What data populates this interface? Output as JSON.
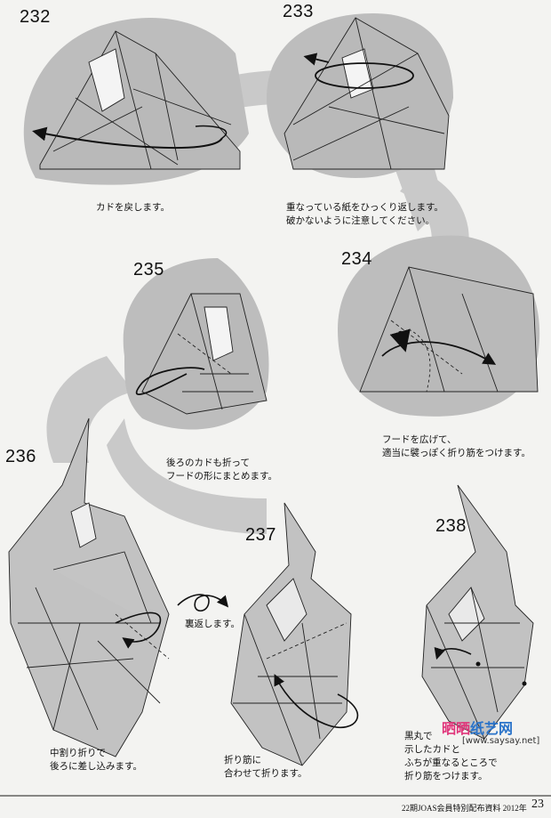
{
  "steps": [
    {
      "number": "232",
      "caption": "カドを戻します。"
    },
    {
      "number": "233",
      "caption": "重なっている紙をひっくり返します。\n破かないように注意してください。"
    },
    {
      "number": "234",
      "caption": "フードを広げて、\n適当に襞っぽく折り筋をつけます。"
    },
    {
      "number": "235",
      "caption": "後ろのカドも折って\nフードの形にまとめます。"
    },
    {
      "number": "236",
      "caption": "中割り折りで\n後ろに差し込みます。"
    },
    {
      "number": "237",
      "caption": "折り筋に\n合わせて折ります。"
    },
    {
      "number": "238",
      "caption": "黒丸で\n示したカドと\nふちが重なるところで\n折り筋をつけます。"
    }
  ],
  "turnover_label": "裏返します。",
  "footer": {
    "issue": "22期JOAS会員特別配布資料 2012年",
    "page_number": "23"
  },
  "watermark": {
    "brand_a": "晒晒",
    "brand_b": "纸艺网",
    "url": "[www.saysay.net]",
    "color_a": "#e0357a",
    "color_b": "#2a73c9"
  }
}
